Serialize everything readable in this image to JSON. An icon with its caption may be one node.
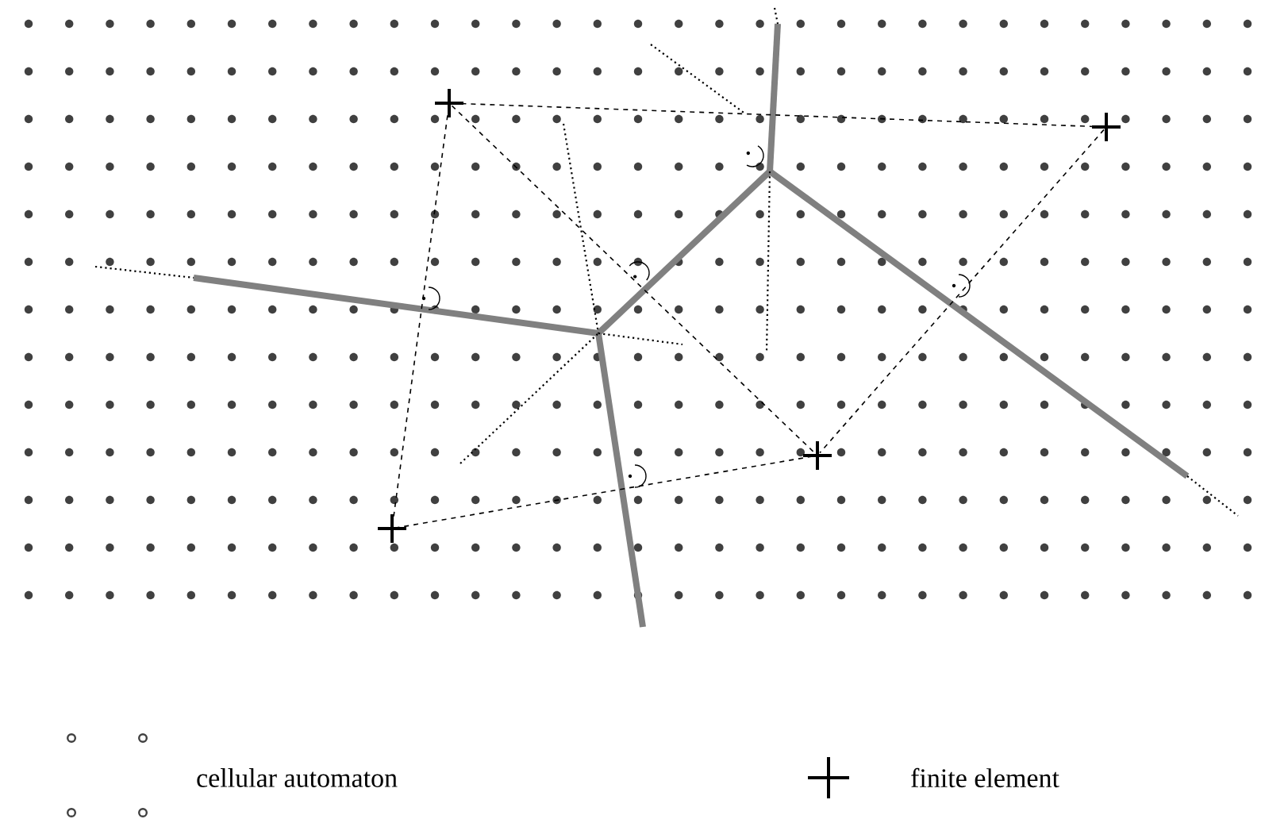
{
  "diagram": {
    "nodes": [
      {
        "text": [],
        "shape": "cross"
      },
      {
        "text": [],
        "shape": "cross"
      },
      {
        "text": [],
        "shape": "cross"
      },
      {
        "text": [],
        "shape": "cross"
      }
    ],
    "edges": [
      {
        "from": 0,
        "to": 1,
        "arrow": "none",
        "style": "dashed"
      },
      {
        "from": 0,
        "to": 2,
        "arrow": "none",
        "style": "dashed"
      },
      {
        "from": 0,
        "to": 3,
        "arrow": "none",
        "style": "dashed"
      },
      {
        "from": 1,
        "to": 2,
        "arrow": "none",
        "style": "dashed"
      },
      {
        "from": 3,
        "to": 2,
        "arrow": "none",
        "style": "dashed"
      }
    ],
    "legend": [
      {
        "text": "cellular automaton"
      },
      {
        "text": "finite element"
      }
    ]
  }
}
